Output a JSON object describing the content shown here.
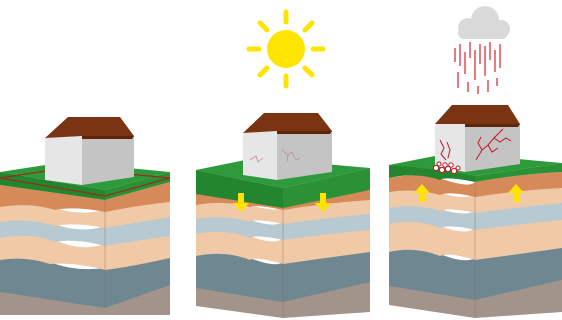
{
  "panels": [
    {
      "id": "normal",
      "cracks": false,
      "ground_arrows": "none",
      "weather": "none"
    },
    {
      "id": "drought",
      "cracks": true,
      "ground_arrows": "down",
      "weather": "sun"
    },
    {
      "id": "rain",
      "cracks": true,
      "ground_arrows": "up",
      "weather": "rain"
    }
  ],
  "colors": {
    "roof": "#7a3412",
    "wall_front": "#d9d9d9",
    "wall_side": "#bfbfbf",
    "grass": "#2f9a3c",
    "grass_dark": "#23862f",
    "clay": "#d68a5a",
    "sand": "#f0c9a6",
    "silt": "#b7c9d1",
    "rock": "#6f8791",
    "bedrock": "#a3948b",
    "sun": "#ffe400",
    "cloud": "#dadada",
    "rain": "#d9232e",
    "arrow": "#ffe400",
    "crack": "#c0182a"
  }
}
